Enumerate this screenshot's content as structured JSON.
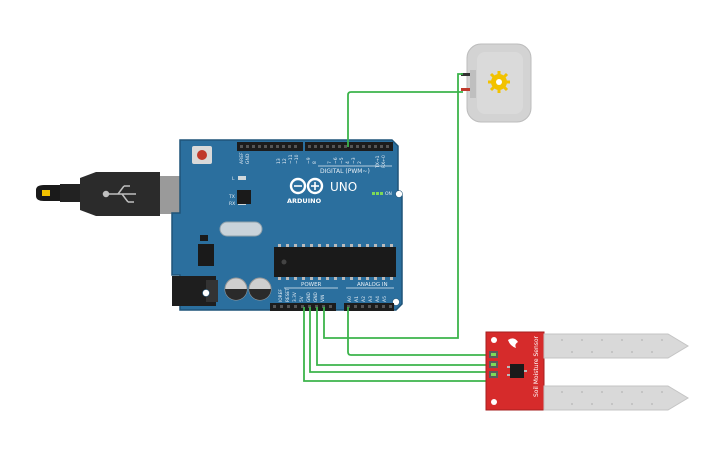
{
  "board": {
    "brand": "ARDUINO",
    "model": "UNO",
    "digital_label": "DIGITAL (PWM~)",
    "power_label": "POWER",
    "analog_label": "ANALOG IN",
    "on_label": "ON",
    "l_label": "L",
    "tx_label": "TX",
    "rx_label": "RX",
    "top_pins": [
      "AREF",
      "GND",
      "13",
      "12",
      "~11",
      "~10",
      "~9",
      "8",
      "7",
      "~6",
      "~5",
      "4",
      "~3",
      "2",
      "TX→1",
      "RX←0"
    ],
    "power_pins": [
      "IOREF",
      "RESET",
      "3.3V",
      "5V",
      "GND",
      "GND",
      "VIN"
    ],
    "analog_pins": [
      "A0",
      "A1",
      "A2",
      "A3",
      "A4",
      "A5"
    ]
  },
  "sensor": {
    "label": "Soil Moisture Sensor"
  },
  "colors": {
    "board": "#2b6f9e",
    "board_dark": "#1f5478",
    "wire": "#3cb44b",
    "sensor_red": "#d62b2b",
    "probe": "#d9d9d9"
  }
}
